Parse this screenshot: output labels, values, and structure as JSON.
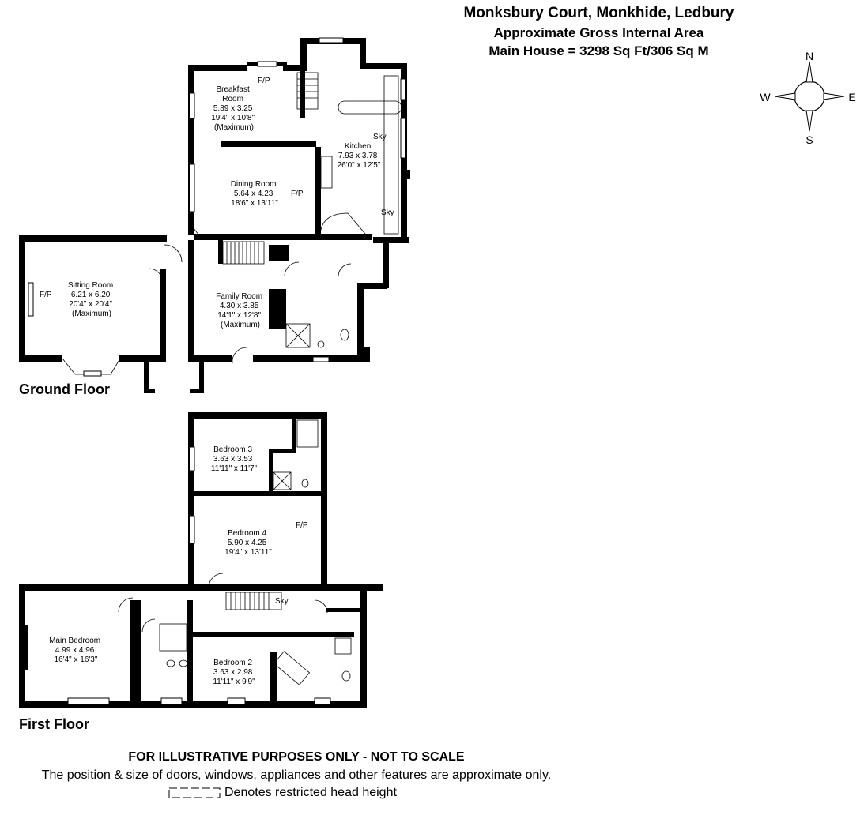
{
  "header": {
    "line1": "Monksbury Court, Monkhide, Ledbury",
    "line2": "Approximate Gross Internal Area",
    "line3": "Main House = 3298 Sq Ft/306 Sq M"
  },
  "compass": {
    "n": "N",
    "s": "S",
    "e": "E",
    "w": "W"
  },
  "ground_floor": {
    "title": "Ground Floor",
    "rooms": [
      {
        "id": "breakfast",
        "lines": [
          "Breakfast",
          "Room",
          "5.89 x 3.25",
          "19'4\" x 10'8\"",
          "(Maximum)"
        ]
      },
      {
        "id": "kitchen",
        "lines": [
          "Kitchen",
          "7.93 x 3.78",
          "26'0\" x 12'5\""
        ]
      },
      {
        "id": "dining",
        "lines": [
          "Dining Room",
          "5.64 x 4.23",
          "18'6\" x 13'11\""
        ]
      },
      {
        "id": "sitting",
        "lines": [
          "Sitting Room",
          "6.21 x 6.20",
          "20'4\" x 20'4\"",
          "(Maximum)"
        ]
      },
      {
        "id": "family",
        "lines": [
          "Family Room",
          "4.30 x 3.85",
          "14'1\" x 12'8\"",
          "(Maximum)"
        ]
      }
    ],
    "marks": {
      "fp": "F/P",
      "sky": "Sky"
    }
  },
  "first_floor": {
    "title": "First Floor",
    "rooms": [
      {
        "id": "bed3",
        "lines": [
          "Bedroom 3",
          "3.63 x 3.53",
          "11'11\" x 11'7\""
        ]
      },
      {
        "id": "bed4",
        "lines": [
          "Bedroom 4",
          "5.90 x 4.25",
          "19'4\" x 13'11\""
        ]
      },
      {
        "id": "main",
        "lines": [
          "Main Bedroom",
          "4.99 x 4.96",
          "16'4\" x 16'3\""
        ]
      },
      {
        "id": "bed2",
        "lines": [
          "Bedroom 2",
          "3.63 x 2.98",
          "11'11\" x 9'9\""
        ]
      }
    ]
  },
  "footer": {
    "disclaimer": "FOR ILLUSTRATIVE PURPOSES ONLY - NOT TO SCALE",
    "note": "The position & size of doors, windows, appliances and other features are approximate only.",
    "legend": "Denotes restricted head height"
  }
}
